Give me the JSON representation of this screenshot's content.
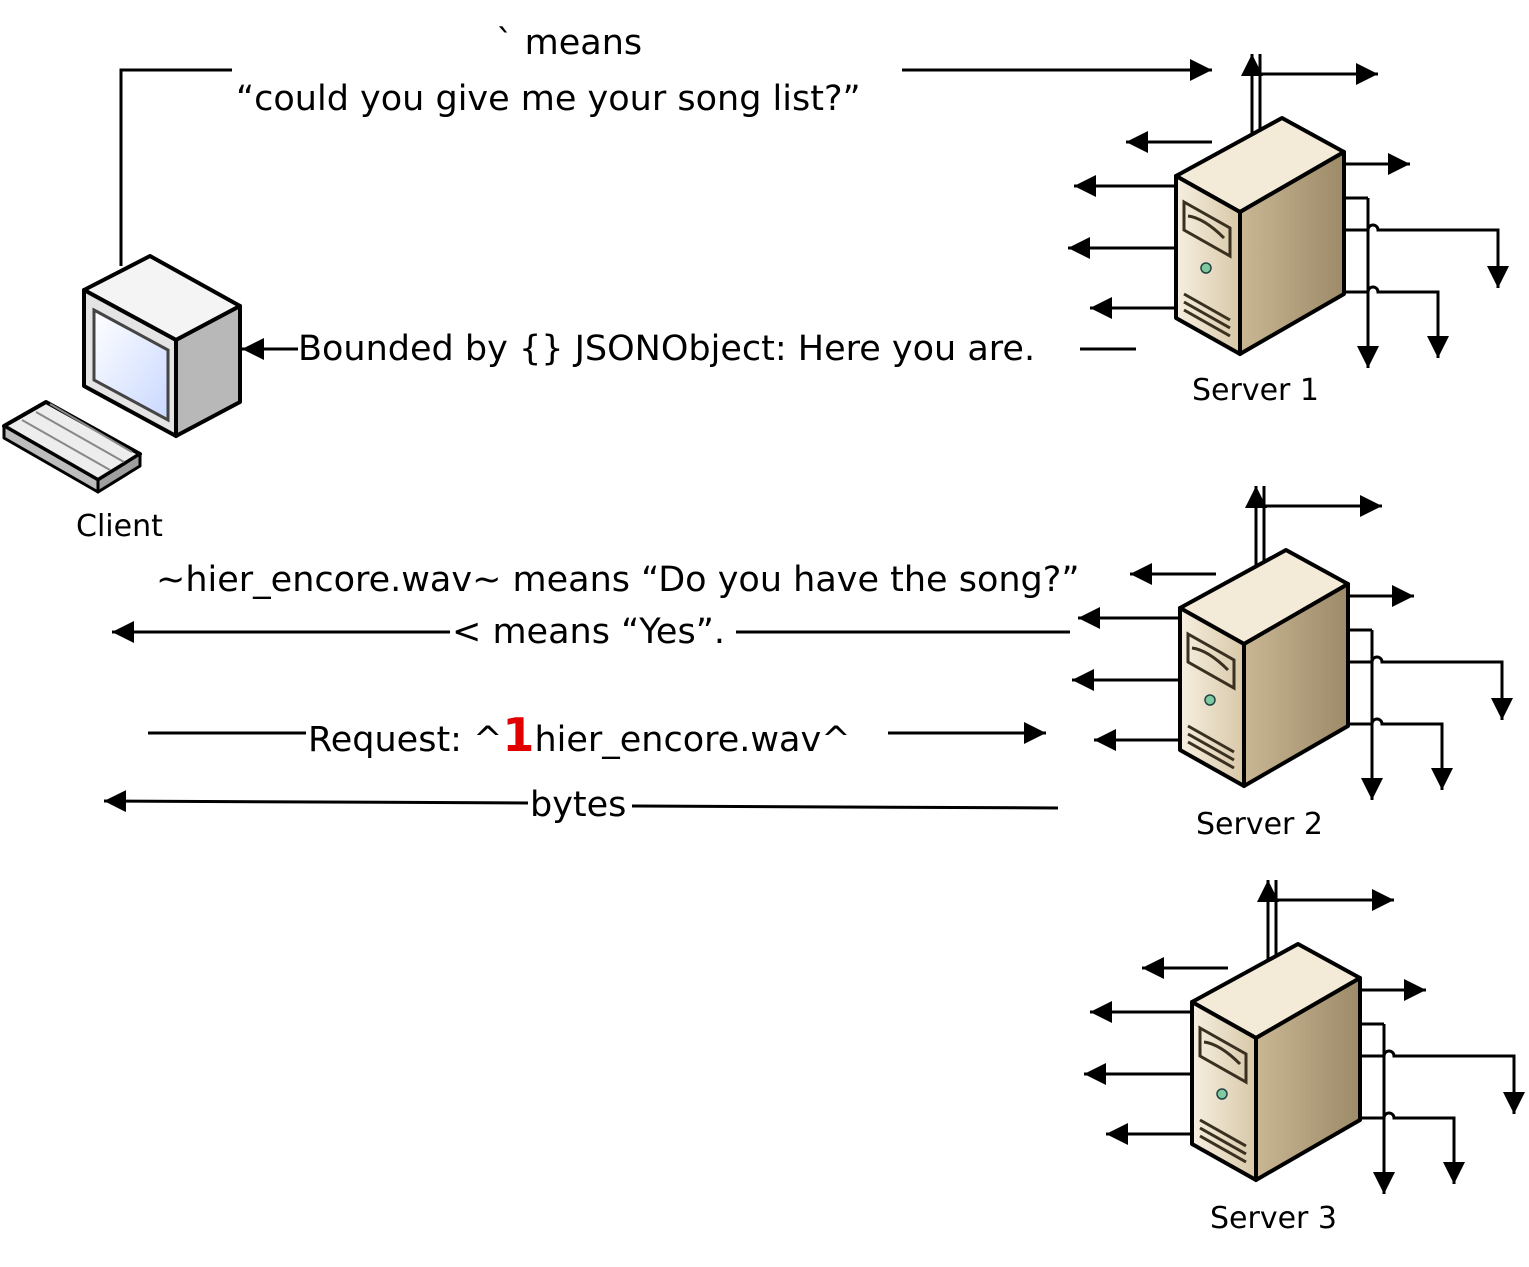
{
  "nodes": {
    "client": {
      "label": "Client"
    },
    "server1": {
      "label": "Server 1"
    },
    "server2": {
      "label": "Server 2"
    },
    "server3": {
      "label": "Server 3"
    }
  },
  "messages": {
    "m1_line1": "` means",
    "m1_line2": "“could you give me your song list?”",
    "m2": "Bounded by {} JSONObject: Here you are.",
    "m3": "~hier_encore.wav~ means “Do you have the song?”",
    "m4": "< means “Yes”.",
    "m5_prefix": "Request: ^",
    "m5_highlight": "1",
    "m5_suffix": "hier_encore.wav^",
    "m6": "bytes"
  },
  "colors": {
    "line": "#000000",
    "highlight": "#e00000",
    "server_front": "#e9dcc2",
    "server_side": "#b3a180",
    "server_top": "#f3ead8",
    "monitor_face": "#f0f0f0",
    "monitor_side": "#b8b8b8",
    "screen": "#e6eeff"
  }
}
